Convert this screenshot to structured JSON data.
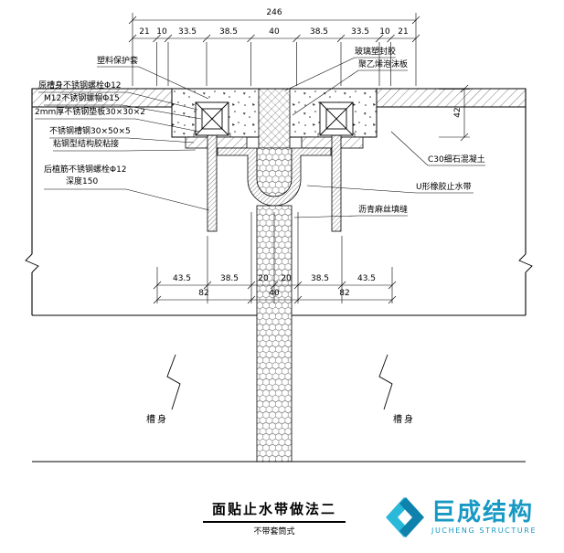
{
  "drawing": {
    "title": "面贴止水带做法二",
    "subtitle": "不带套筒式"
  },
  "labels": {
    "left": [
      "塑料保护套",
      "原槽身不锈钢螺栓Φ12",
      "M12不锈钢螺帽Φ15",
      "2mm厚不锈钢垫板30×30×2",
      "不锈钢槽钢30×50×5",
      "粘钢型结构胶粘接",
      "后植筋不锈钢螺栓Φ12",
      "深度150"
    ],
    "right": [
      "玻璃塑封胶",
      "聚乙烯泡沫板",
      "C30细石混凝土",
      "U形橡胶止水带",
      "沥青麻丝填缝"
    ],
    "body_left": "槽身",
    "body_right": "槽身"
  },
  "dimensions": {
    "total_width": "246",
    "top_row": [
      "21",
      "10",
      "33.5",
      "38.5",
      "40",
      "38.5",
      "33.5",
      "10",
      "21"
    ],
    "mid_row_upper": [
      "43.5",
      "38.5",
      "20",
      "20",
      "38.5",
      "43.5"
    ],
    "mid_row_lower": [
      "82",
      "40",
      "82"
    ],
    "right_depth": "42"
  },
  "logo": {
    "name_cn": "巨成结构",
    "name_en": "JUCHENG STRUCTURE",
    "color_light": "#2ab9d9",
    "color_dark": "#0e82ad",
    "color_text": "#1799c4"
  }
}
